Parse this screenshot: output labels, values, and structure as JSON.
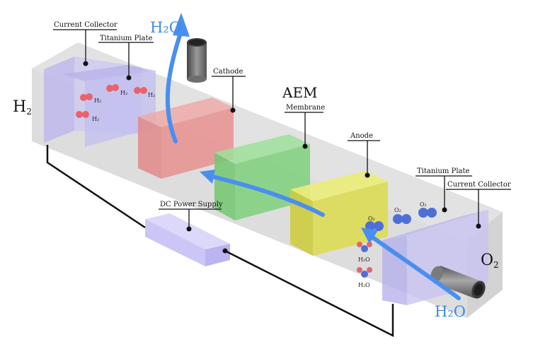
{
  "labels": {
    "current_collector_left": "Current Collector",
    "titanium_plate_left": "Titanium Plate",
    "cathode": "Cathode",
    "aem": "AEM",
    "membrane": "Membrane",
    "anode": "Anode",
    "titanium_plate_right": "Titanium Plate",
    "current_collector_right": "Current Collector",
    "dc_power_supply": "DC Power Supply"
  },
  "gases": {
    "h2_side": "H",
    "h2_sub": "2",
    "o2_side": "O",
    "o2_sub": "2",
    "water_top": "H₂O",
    "water_bottom": "H₂O"
  },
  "molecules": {
    "h2": "H₂",
    "o2": "O₂",
    "h2o": "H₂O"
  },
  "colors": {
    "chamber": "#d3d3d3",
    "collector": "#c9c4f2",
    "cathode": "#e7918f",
    "membrane": "#7fd07d",
    "anode": "#dcdc55",
    "power_supply": "#c6c0f6",
    "arrow": "#4a8ef0",
    "wire": "#111111",
    "h2_molecule": "#e8636b",
    "o2_molecule": "#4d6fd6"
  }
}
